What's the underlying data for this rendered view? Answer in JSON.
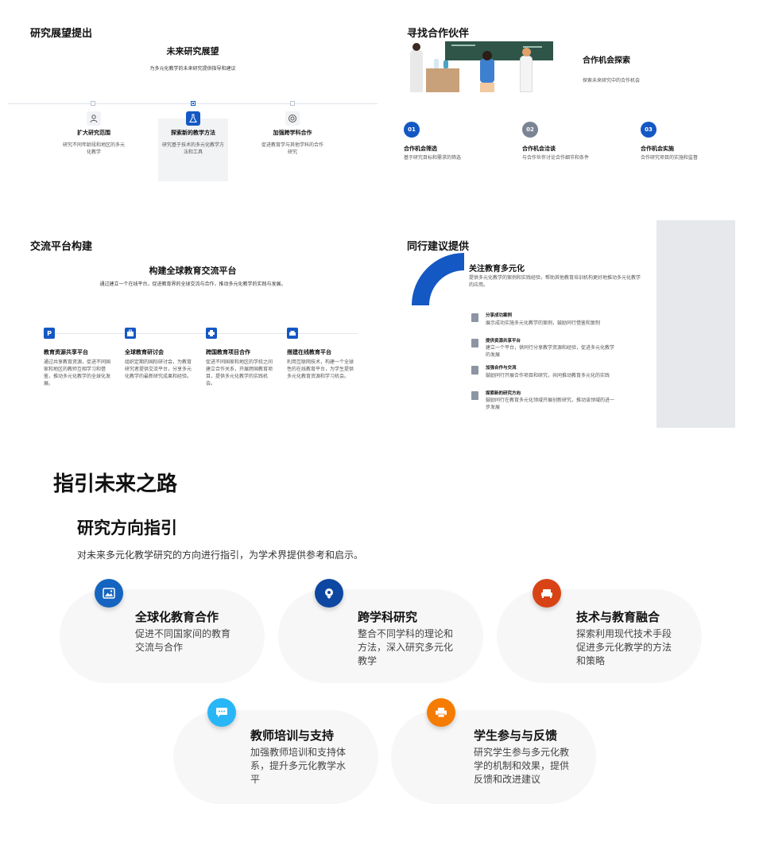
{
  "panel1": {
    "heading": "研究展望提出",
    "title": "未来研究展望",
    "subtitle": "为多元化教学的未来研究提供指导和建议",
    "items": [
      {
        "title": "扩大研究范围",
        "desc": "研究不同年龄段和地区的多元化教学",
        "icon": "user-icon"
      },
      {
        "title": "探索新的教学方法",
        "desc": "研究基于技术的多元化教学方法和工具",
        "icon": "flask-icon"
      },
      {
        "title": "加强跨学科合作",
        "desc": "促进教育学与其他学科的合作研究",
        "icon": "target-icon"
      }
    ]
  },
  "panel2": {
    "heading": "寻找合作伙伴",
    "title": "合作机会探索",
    "subtitle": "探索未来研究中的合作机会",
    "items": [
      {
        "num": "01",
        "title": "合作机会筛选",
        "desc": "基于研究目标和需求的筛选"
      },
      {
        "num": "02",
        "title": "合作机会洽谈",
        "desc": "与合作伙伴讨论合作细节和条件"
      },
      {
        "num": "03",
        "title": "合作机会实施",
        "desc": "合作研究项目的实施和监督"
      }
    ]
  },
  "panel3": {
    "heading": "交流平台构建",
    "title": "构建全球教育交流平台",
    "subtitle": "通过建立一个在线平台，促进教育界的全球交流与合作，推动多元化教学的实践与发展。",
    "items": [
      {
        "title": "教育资源共享平台",
        "desc": "通过共享教育资源，促进不同国家和地区的教师互相学习和借鉴，推动多元化教学的全球化发展。"
      },
      {
        "title": "全球教育研讨会",
        "desc": "组织定期的国际研讨会，为教育研究者提供交流平台，分享多元化教学的最新研究成果和经验。"
      },
      {
        "title": "跨国教育项目合作",
        "desc": "促进不同国家和地区的学校之间建立合作关系，开展跨国教育项目，提供多元化教学的实践机会。"
      },
      {
        "title": "搭建在线教育平台",
        "desc": "利用互联网技术，构建一个全球性的在线教育平台，为学生提供多元化教育资源和学习机会。"
      }
    ]
  },
  "panel4": {
    "heading": "同行建议提供",
    "title": "关注教育多元化",
    "subtitle": "提供多元化教学的案例和实践经验，帮助其他教育培训机构更好地推动多元化教学的应用。",
    "items": [
      {
        "title": "分享成功案例",
        "desc": "展示成功实施多元化教学的案例，鼓励同行借鉴和复制"
      },
      {
        "title": "提供资源共享平台",
        "desc": "建立一个平台，供同行分享教学资源和经验，促进多元化教学的发展"
      },
      {
        "title": "加强合作与交流",
        "desc": "鼓励同行开展合作项目和研究，共同推动教育多元化的实践"
      },
      {
        "title": "探索新的研究方向",
        "desc": "鼓励同行在教育多元化领域开展创新研究，推动该领域的进一步发展"
      }
    ]
  },
  "bottom": {
    "heading": "指引未来之路",
    "title": "研究方向指引",
    "subtitle": "对未来多元化教学研究的方向进行指引，为学术界提供参考和启示。",
    "cards": [
      {
        "title": "全球化教育合作",
        "desc": "促进不同国家间的教育交流与合作",
        "icon": "image-icon",
        "color": "#1565c0"
      },
      {
        "title": "跨学科研究",
        "desc": "整合不同学科的理论和方法，深入研究多元化教学",
        "icon": "location-icon",
        "color": "#0d47a1"
      },
      {
        "title": "技术与教育融合",
        "desc": "探索利用现代技术手段促进多元化教学的方法和策略",
        "icon": "sofa-icon",
        "color": "#d84315"
      },
      {
        "title": "教师培训与支持",
        "desc": "加强教师培训和支持体系，提升多元化教学水平",
        "icon": "chat-icon",
        "color": "#29b6f6"
      },
      {
        "title": "学生参与与反馈",
        "desc": "研究学生参与多元化教学的机制和效果，提供反馈和改进建议",
        "icon": "printer-icon",
        "color": "#f57c00"
      }
    ]
  }
}
